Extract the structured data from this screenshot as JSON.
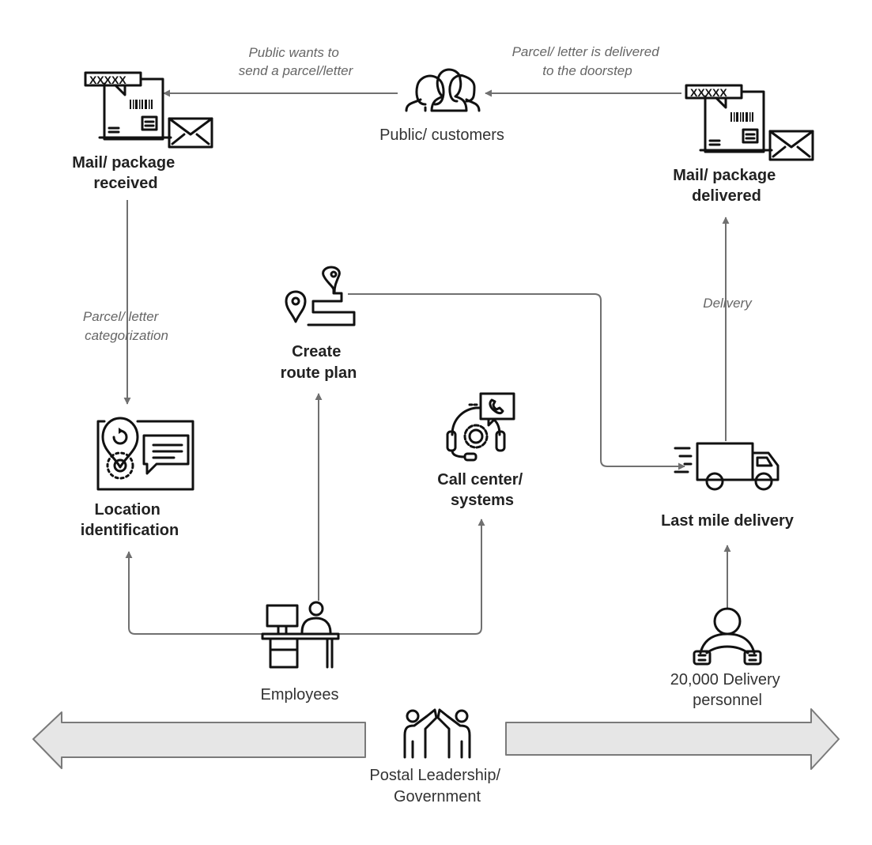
{
  "nodes": {
    "mail_received": {
      "line1": "Mail/ package",
      "line2": "received",
      "icon": "mail-package-icon"
    },
    "public": {
      "label": "Public/ customers",
      "icon": "people-icon"
    },
    "mail_delivered": {
      "line1": "Mail/ package",
      "line2": "delivered",
      "icon": "mail-package-icon"
    },
    "route_plan": {
      "line1": "Create",
      "line2": "route plan",
      "icon": "route-map-icon"
    },
    "location": {
      "line1": "Location",
      "line2": "identification",
      "icon": "location-pin-icon"
    },
    "call_center": {
      "line1": "Call center/",
      "line2": "systems",
      "icon": "headset-icon"
    },
    "last_mile": {
      "label": "Last mile delivery",
      "icon": "truck-icon"
    },
    "employees": {
      "label": "Employees",
      "icon": "office-worker-icon"
    },
    "delivery_personnel": {
      "line1": "20,000 Delivery",
      "line2": "personnel",
      "icon": "driver-icon"
    },
    "leadership": {
      "line1": "Postal Leadership/",
      "line2": "Government",
      "icon": "handshake-icon"
    }
  },
  "edges": {
    "public_to_received": {
      "line1": "Public wants to",
      "line2": "send a parcel/letter"
    },
    "delivered_to_public": {
      "line1": "Parcel/ letter is delivered",
      "line2": "to the doorstep"
    },
    "received_to_location": {
      "line1": "Parcel/ letter",
      "line2": "categorization"
    },
    "truck_to_delivered": {
      "label": "Delivery"
    }
  },
  "colors": {
    "connector": "#707070",
    "banner_fill": "#e6e6e6",
    "banner_stroke": "#7a7a7a",
    "icon": "#111111"
  }
}
